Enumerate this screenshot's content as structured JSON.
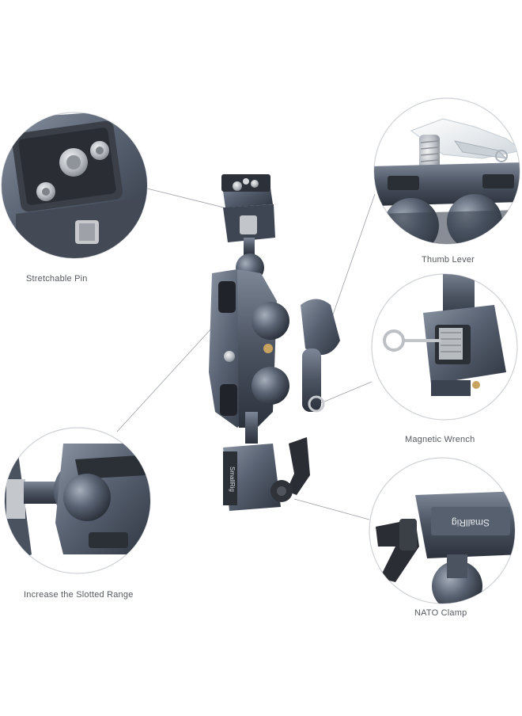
{
  "callouts": {
    "stretchable_pin": "Stretchable Pin",
    "thumb_lever": "Thumb Lever",
    "magnetic_wrench": "Magnetic Wrench",
    "slotted_range": "Increase the Slotted Range",
    "nato_clamp": "NATO Clamp"
  },
  "brand": {
    "logo_text": "SmallRig"
  },
  "colors": {
    "metal_dark": "#3b4350",
    "metal_mid": "#596272",
    "metal_light": "#8a93a2",
    "steel": "#b9bdc3",
    "rubber": "#2a2d33",
    "label_text": "#555a60",
    "leader_line": "#9a9ea4"
  }
}
